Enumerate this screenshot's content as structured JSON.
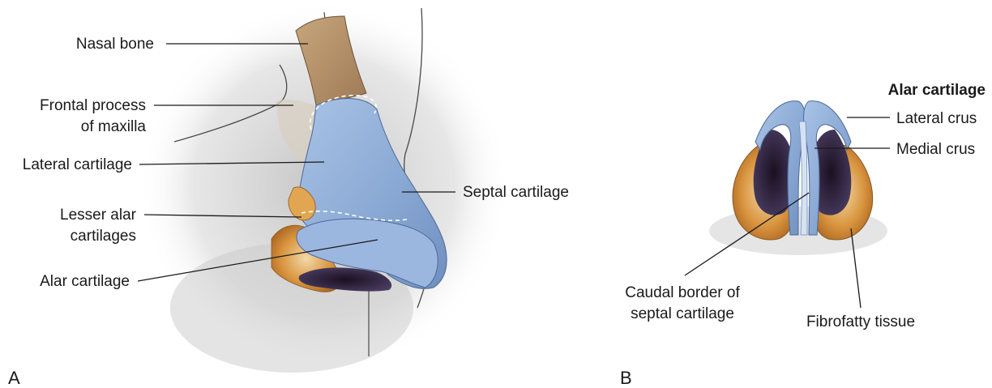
{
  "panels": {
    "a": {
      "letter": "A",
      "labels": {
        "nasal_bone": "Nasal bone",
        "frontal_process_1": "Frontal process",
        "frontal_process_2": "of maxilla",
        "lateral_cartilage": "Lateral cartilage",
        "lesser_alar_1": "Lesser alar",
        "lesser_alar_2": "cartilages",
        "alar_cartilage": "Alar cartilage",
        "septal_cartilage": "Septal cartilage"
      }
    },
    "b": {
      "letter": "B",
      "labels": {
        "alar_cartilage_heading": "Alar cartilage",
        "lateral_crus": "Lateral crus",
        "medial_crus": "Medial crus",
        "caudal_border_1": "Caudal border of",
        "caudal_border_2": "septal cartilage",
        "fibrofatty_tissue": "Fibrofatty tissue"
      }
    }
  },
  "colors": {
    "cartilage_blue": "#8fb0d9",
    "bone_tan": "#b8936a",
    "fibrofatty_orange": "#d9953f",
    "skin_shadow": "#cfcfcf",
    "nostril_dark": "#2a1f2e"
  }
}
